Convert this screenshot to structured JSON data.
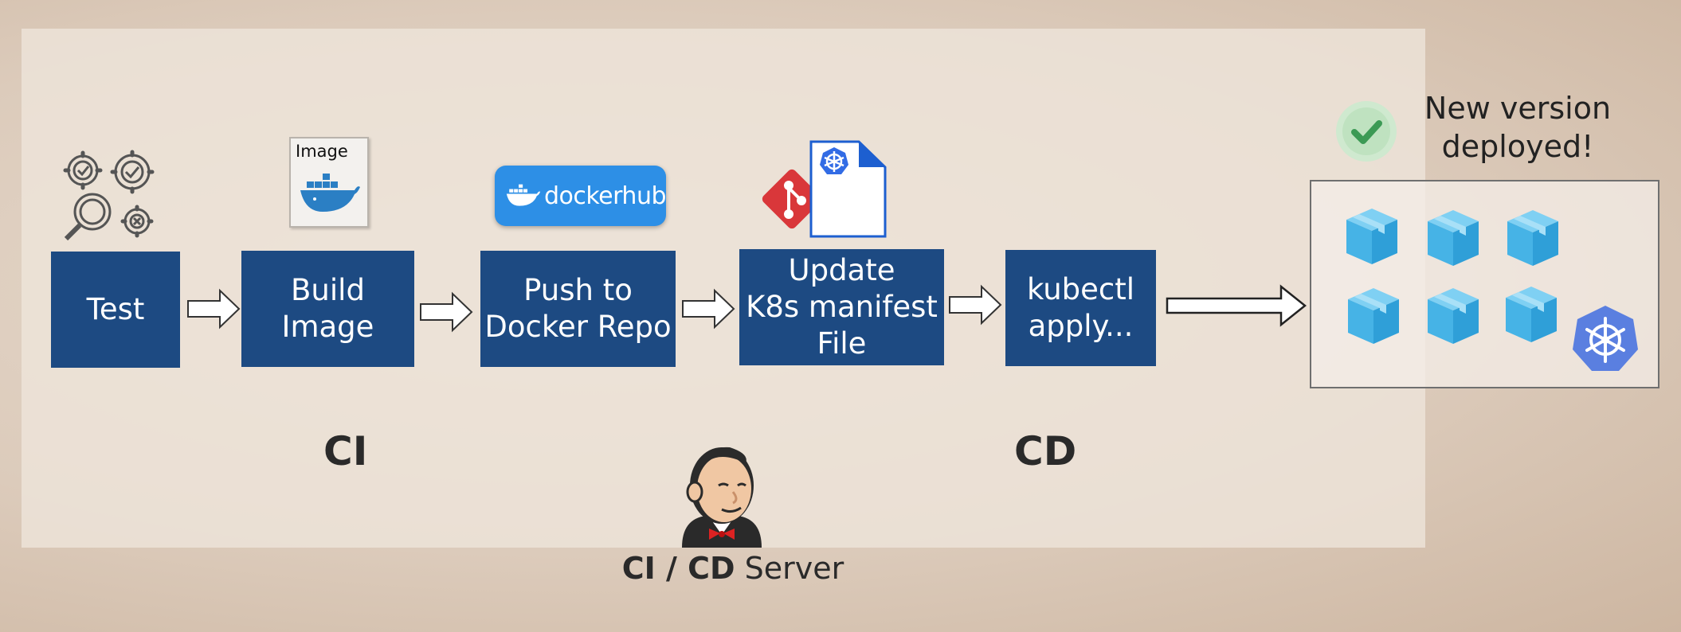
{
  "steps": {
    "test": "Test",
    "build": "Build\nImage",
    "push": "Push to\nDocker Repo",
    "update": "Update\nK8s manifest\nFile",
    "apply": "kubectl\napply..."
  },
  "image_card_label": "Image",
  "dockerhub_logo": "dockerhub",
  "phases": {
    "ci": "CI",
    "cd": "CD"
  },
  "server": {
    "prefix": "CI / CD",
    "suffix": " Server"
  },
  "deployed_message": "New version\ndeployed!",
  "icons": {
    "test": "gears-check-magnifier-icon",
    "image": "docker-image-icon",
    "hub": "dockerhub-logo-icon",
    "git": "git-icon",
    "manifest": "k8s-manifest-file-icon",
    "check": "check-icon",
    "pods": "container-box-icon",
    "k8s": "kubernetes-icon",
    "jenkins": "jenkins-icon"
  },
  "colors": {
    "step_fill": "#1d4a82",
    "docker_blue": "#2496ed",
    "k8s_blue": "#326ce5",
    "git_red": "#f05033",
    "pod_blue": "#4bb7ea",
    "check_green": "#3c9a55"
  }
}
